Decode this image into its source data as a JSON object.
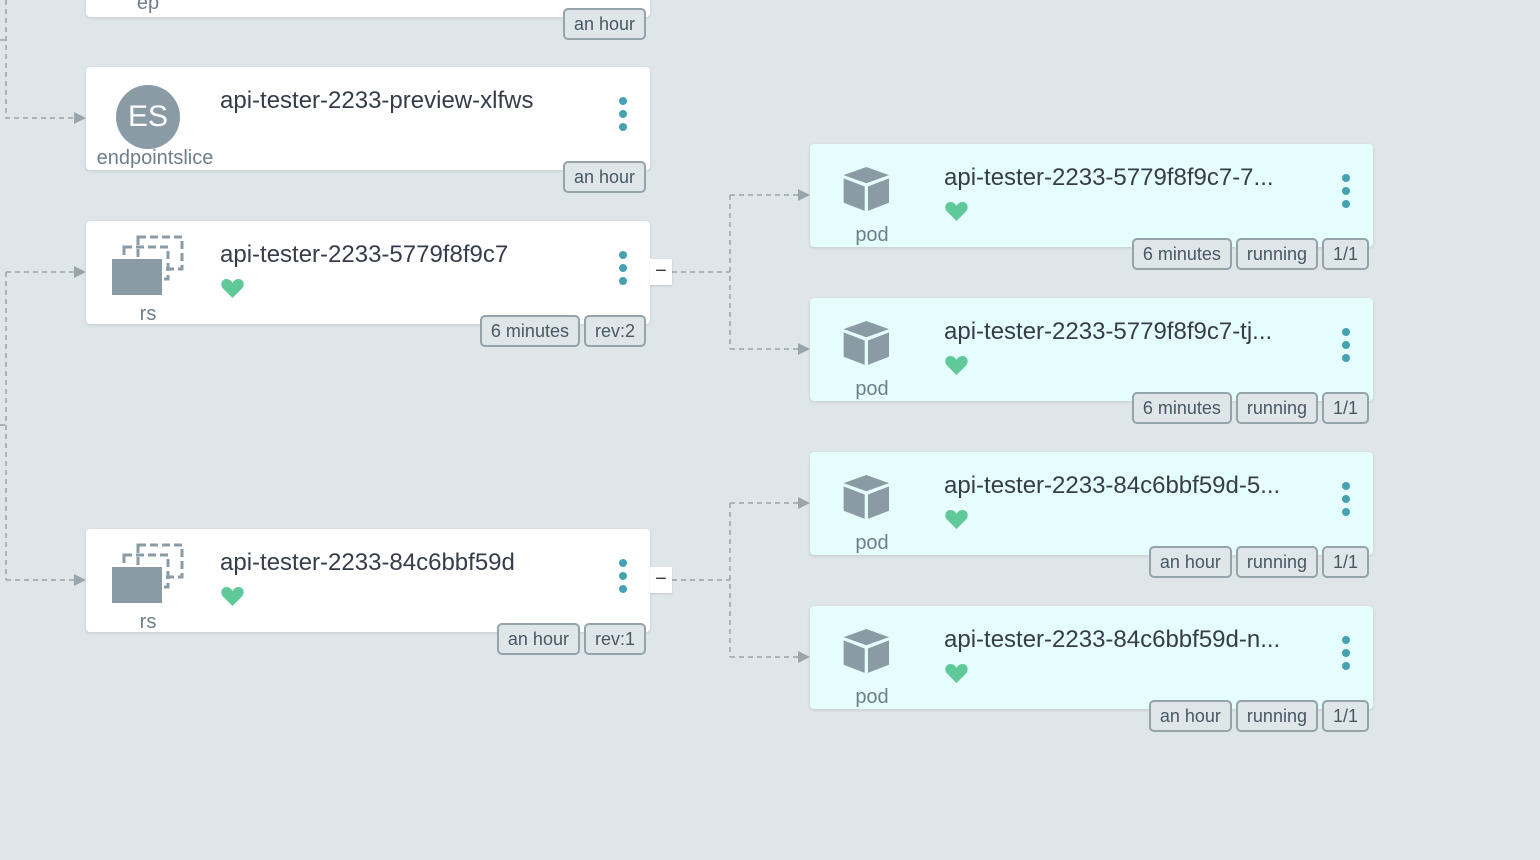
{
  "nodes": {
    "ep_top": {
      "kind": "ep",
      "tags": [
        "an hour"
      ]
    },
    "endpointslice": {
      "kind": "endpointslice",
      "icon_text": "ES",
      "name": "api-tester-2233-preview-xlfws",
      "tags": [
        "an hour"
      ]
    },
    "rs_1": {
      "kind": "rs",
      "name": "api-tester-2233-5779f8f9c7",
      "health": "healthy",
      "tags": [
        "6 minutes",
        "rev:2"
      ],
      "collapse": "−"
    },
    "rs_2": {
      "kind": "rs",
      "name": "api-tester-2233-84c6bbf59d",
      "health": "healthy",
      "tags": [
        "an hour",
        "rev:1"
      ],
      "collapse": "−"
    },
    "pod_1": {
      "kind": "pod",
      "name": "api-tester-2233-5779f8f9c7-7...",
      "health": "healthy",
      "tags": [
        "6 minutes",
        "running",
        "1/1"
      ]
    },
    "pod_2": {
      "kind": "pod",
      "name": "api-tester-2233-5779f8f9c7-tj...",
      "health": "healthy",
      "tags": [
        "6 minutes",
        "running",
        "1/1"
      ]
    },
    "pod_3": {
      "kind": "pod",
      "name": "api-tester-2233-84c6bbf59d-5...",
      "health": "healthy",
      "tags": [
        "an hour",
        "running",
        "1/1"
      ]
    },
    "pod_4": {
      "kind": "pod",
      "name": "api-tester-2233-84c6bbf59d-n...",
      "health": "healthy",
      "tags": [
        "an hour",
        "running",
        "1/1"
      ]
    }
  },
  "colors": {
    "background": "#dee6ea",
    "health": "#5fc99a",
    "menu_dots": "#46a2b1",
    "icon": "#8a9ba6",
    "pod_bg": "#e6fdfd"
  },
  "icons": {
    "health": "heart-icon",
    "menu": "kebab-menu-icon",
    "rs": "replicaset-icon",
    "pod": "cube-icon",
    "endpointslice": "es-circle-icon"
  }
}
